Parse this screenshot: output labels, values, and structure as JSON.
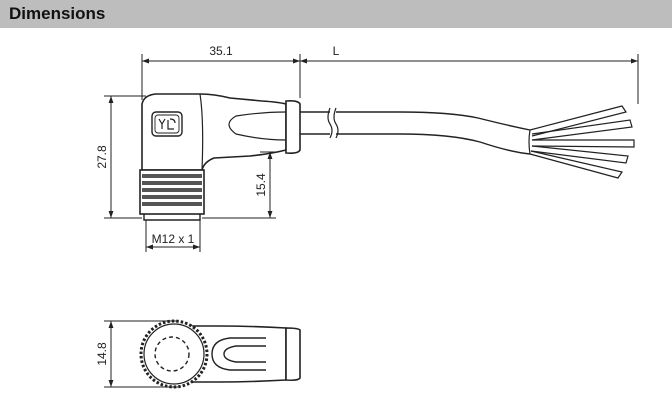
{
  "header": {
    "title": "Dimensions"
  },
  "dimensions": {
    "length_body": "35.1",
    "length_cable": "L",
    "height_total": "27.8",
    "height_connector": "15.4",
    "thread": "M12 x 1",
    "width_bottom": "14.8"
  },
  "colors": {
    "header_bg": "#bdbdbd",
    "line": "#222222",
    "body_fill": "#ffffff",
    "knurl_fill": "#555555"
  }
}
